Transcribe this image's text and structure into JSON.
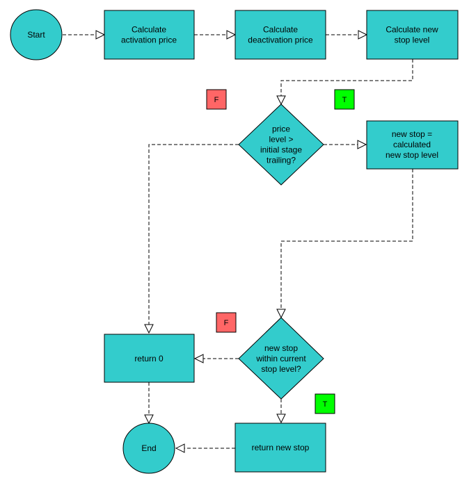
{
  "nodes": {
    "start": {
      "label": [
        "Start"
      ]
    },
    "calc_activation": {
      "label": [
        "Calculate",
        "activation price"
      ]
    },
    "calc_deactivation": {
      "label": [
        "Calculate",
        "deactivation price"
      ]
    },
    "calc_new_stop": {
      "label": [
        "Calculate new",
        "stop level"
      ]
    },
    "decision_price": {
      "label": [
        "price",
        "level >",
        "initial stage",
        "trailing?"
      ]
    },
    "new_stop_assign": {
      "label": [
        "new stop =",
        "calculated",
        "new stop level"
      ]
    },
    "decision_within": {
      "label": [
        "new stop",
        "within current",
        "stop level?"
      ]
    },
    "return_zero": {
      "label": [
        "return 0"
      ]
    },
    "return_new_stop": {
      "label": [
        "return new stop"
      ]
    },
    "end": {
      "label": [
        "End"
      ]
    }
  },
  "badges": {
    "false_1": {
      "text": "F",
      "color": "#FF6666"
    },
    "true_1": {
      "text": "T",
      "color": "#00FF00"
    },
    "false_2": {
      "text": "F",
      "color": "#FF6666"
    },
    "true_2": {
      "text": "T",
      "color": "#00FF00"
    }
  },
  "colors": {
    "node_fill": "#33CCCC",
    "stroke": "#000000"
  }
}
